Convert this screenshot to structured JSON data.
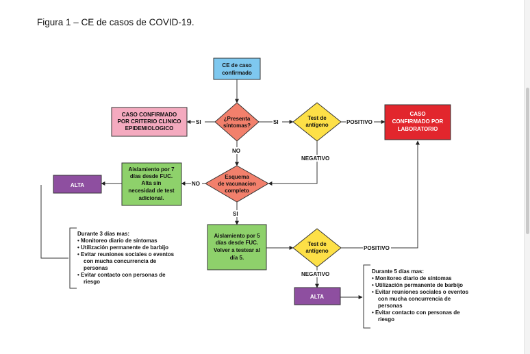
{
  "figure": {
    "title": "Figura 1 – CE de casos de COVID-19."
  },
  "nodes": {
    "start": [
      "CE de caso",
      "confirmado"
    ],
    "criterio": [
      "CASO CONFIRMADO",
      "POR CRITERIO CLINICO",
      "EPIDEMIOLOGICO"
    ],
    "sintomas": [
      "¿Presenta",
      "síntomas?"
    ],
    "test1": [
      "Test de",
      "antígeno"
    ],
    "lab": [
      "CASO",
      "CONFIRMADO POR",
      "LABORATORIO"
    ],
    "aislamiento7": [
      "Aislamiento por 7",
      "días desde FUC.",
      "Alta sin",
      "necesidad de test",
      "adicional."
    ],
    "alta1": "ALTA",
    "esquema": [
      "Esquema",
      "de vacunacion",
      "completo"
    ],
    "aislamiento5": [
      "Aislamiento por 5",
      "días desde FUC.",
      "Volver a testear al",
      "día 5."
    ],
    "test2": [
      "Test de",
      "antígeno"
    ],
    "alta2": "ALTA"
  },
  "edges": {
    "si1": "SI",
    "si2": "SI",
    "positivo1": "POSITIVO",
    "no1": "NO",
    "negativo1": "NEGATIVO",
    "no2": "NO",
    "si3": "SI",
    "positivo2": "POSITIVO",
    "negativo2": "NEGATIVO"
  },
  "notes": {
    "note3": [
      "Durante 3 días mas:",
      "• Monitoreo diario de síntomas",
      "• Utilización permanente de barbijo",
      "• Evitar reuniones sociales o eventos",
      "con mucha concurrencia de",
      "personas",
      "• Evitar contacto con personas de",
      "riesgo"
    ],
    "note5": [
      "Durante 5 días mas:",
      "• Monitoreo diario de síntomas",
      "• Utilización permanente de barbijo",
      "• Evitar reuniones sociales o eventos",
      "con mucha concurrencia de",
      "personas",
      "• Evitar contacto con personas de",
      "riesgo"
    ]
  },
  "colors": {
    "blue": "#7ec8ef",
    "pink": "#f4aabf",
    "diamond_red": "#f2806c",
    "diamond_yellow": "#fde047",
    "red": "#e2262d",
    "green": "#8ed16b",
    "purple": "#8e4fa0"
  }
}
